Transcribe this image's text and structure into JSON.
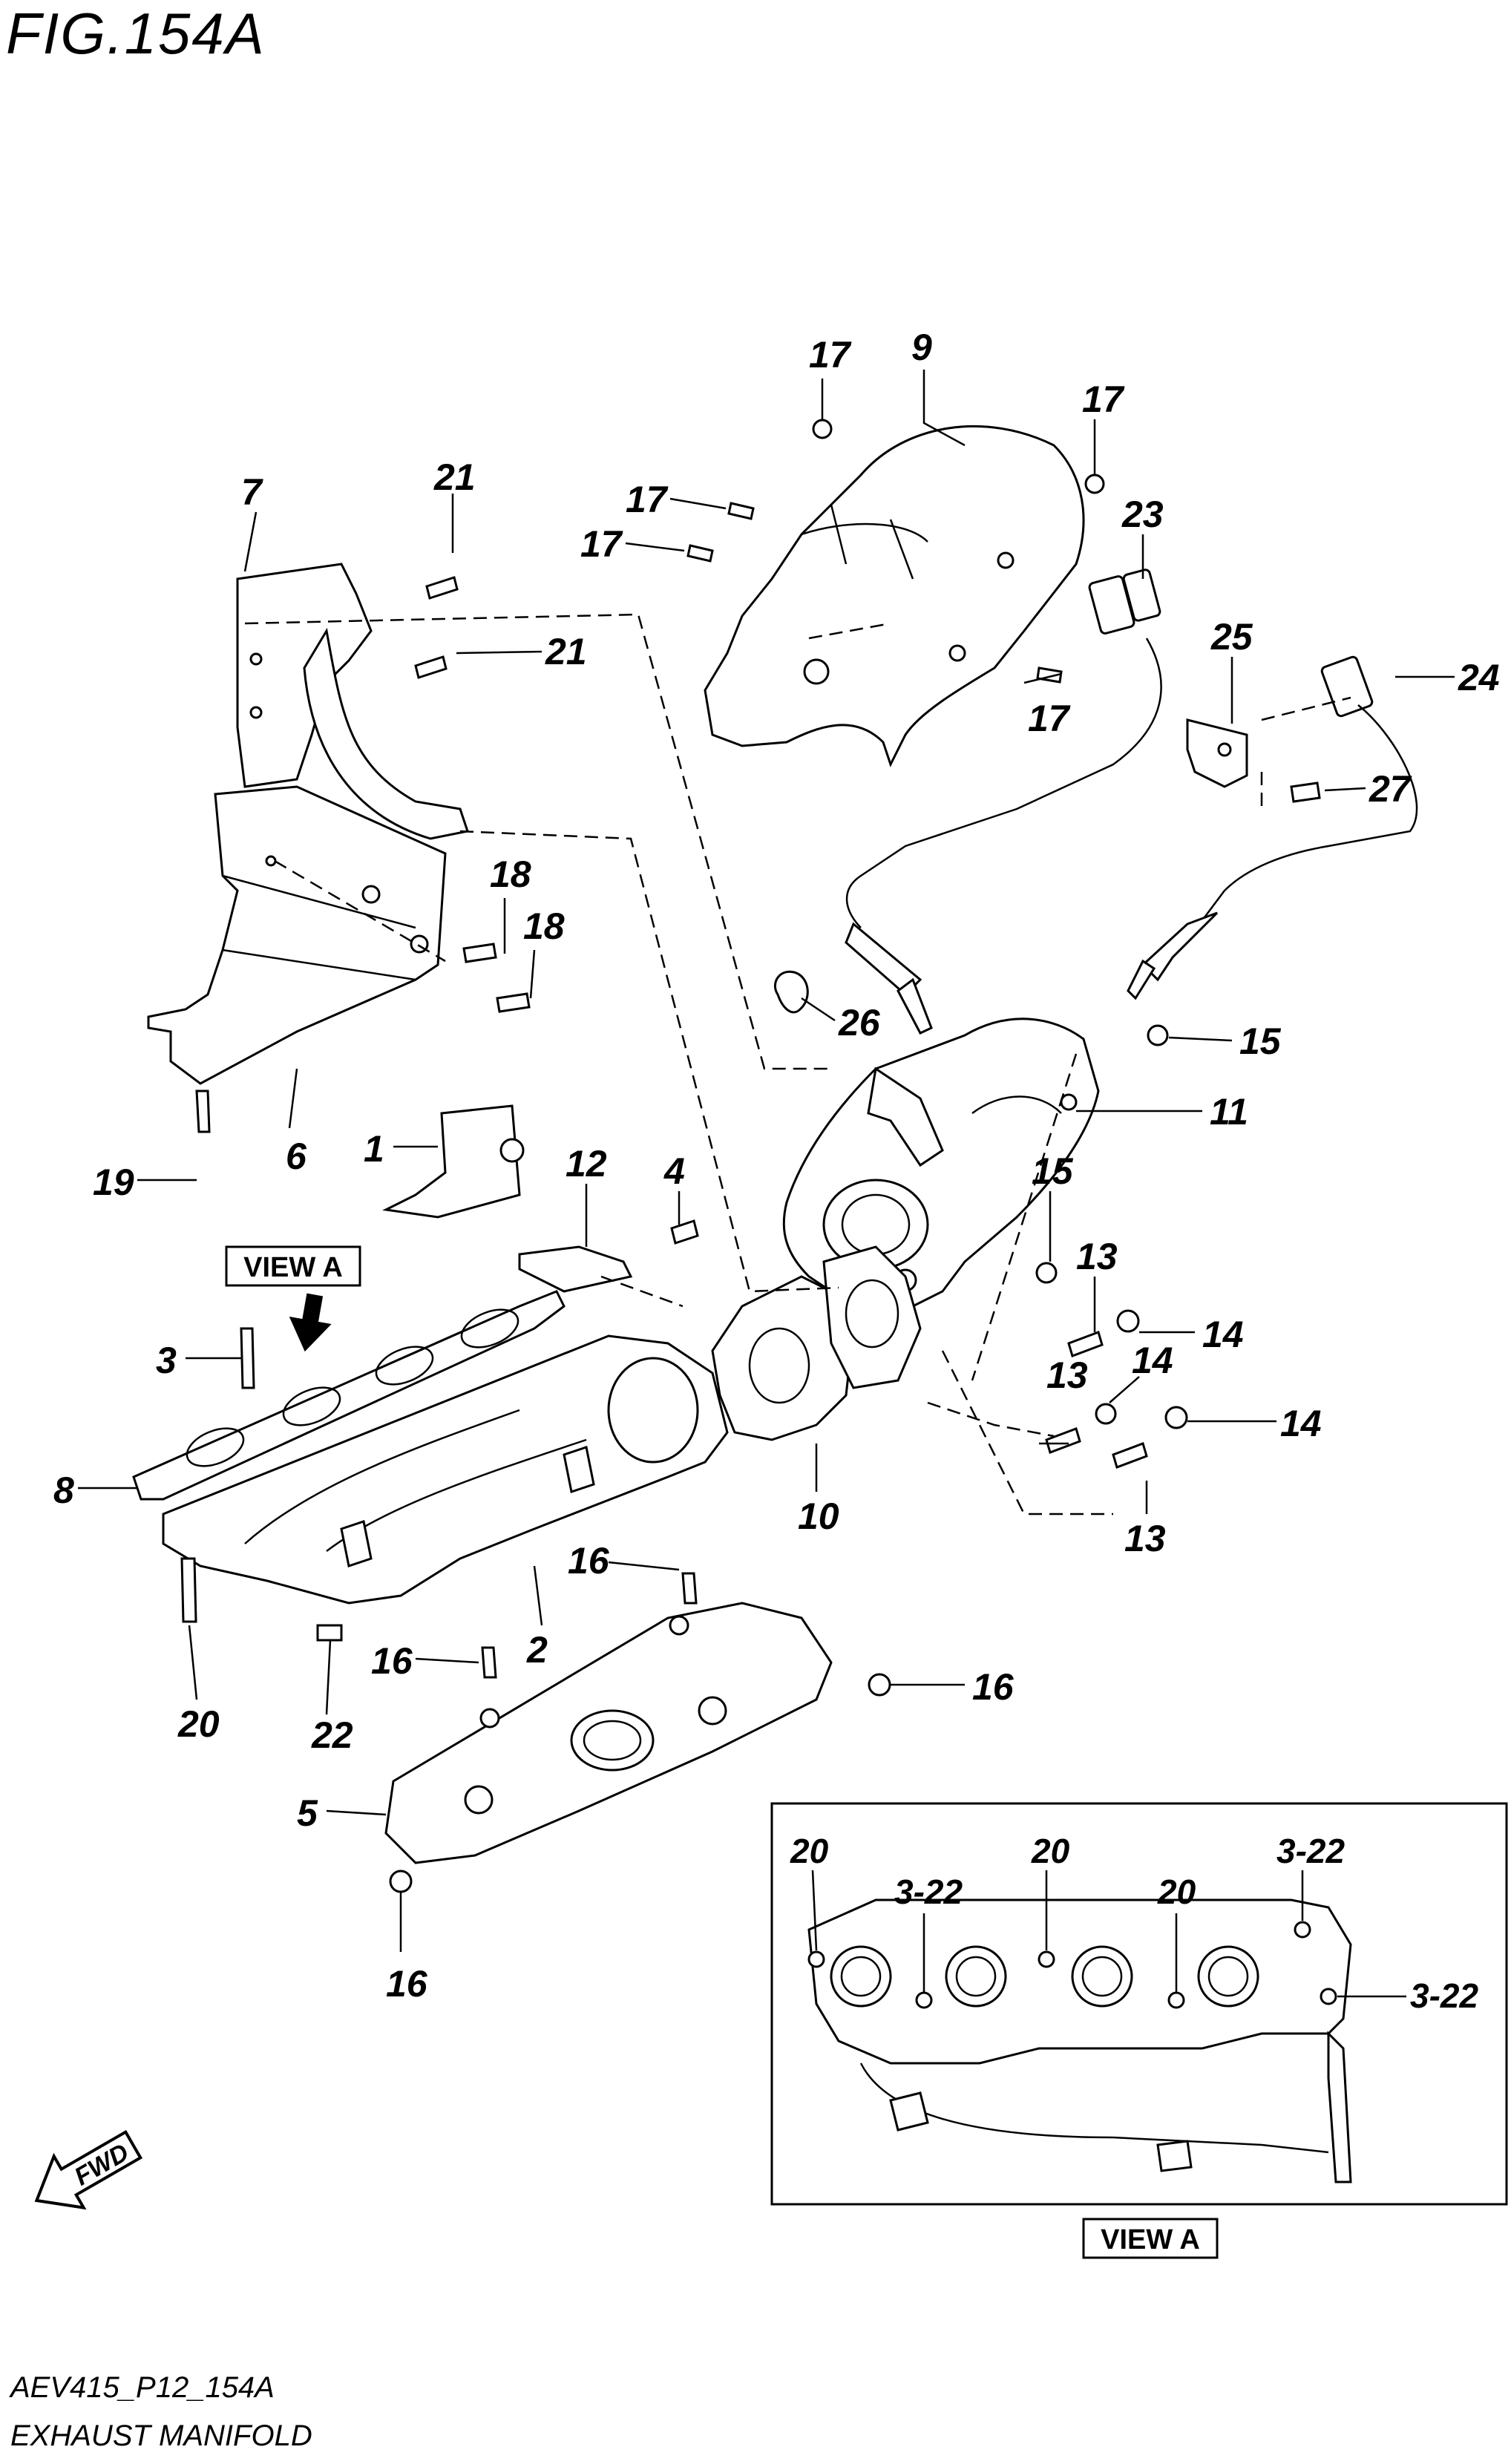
{
  "figure_title": "FIG.154A",
  "footer": {
    "code": "AEV415_P12_154A",
    "name": "EXHAUST MANIFOLD"
  },
  "view_a": {
    "main_label": "VIEW A",
    "inset_label": "VIEW A",
    "inset_callouts": [
      "20",
      "20",
      "3-22",
      "20",
      "3-22",
      "3-22"
    ]
  },
  "fwd_label": "FWD",
  "callouts": [
    {
      "id": "c7",
      "text": "7"
    },
    {
      "id": "c21a",
      "text": "21"
    },
    {
      "id": "c21b",
      "text": "21"
    },
    {
      "id": "c17a",
      "text": "17"
    },
    {
      "id": "c9",
      "text": "9"
    },
    {
      "id": "c17b",
      "text": "17"
    },
    {
      "id": "c17c",
      "text": "17"
    },
    {
      "id": "c17d",
      "text": "17"
    },
    {
      "id": "c23",
      "text": "23"
    },
    {
      "id": "c17e",
      "text": "17"
    },
    {
      "id": "c25",
      "text": "25"
    },
    {
      "id": "c24",
      "text": "24"
    },
    {
      "id": "c27",
      "text": "27"
    },
    {
      "id": "c18a",
      "text": "18"
    },
    {
      "id": "c18b",
      "text": "18"
    },
    {
      "id": "c26",
      "text": "26"
    },
    {
      "id": "c15a",
      "text": "15"
    },
    {
      "id": "c11",
      "text": "11"
    },
    {
      "id": "c19",
      "text": "19"
    },
    {
      "id": "c6",
      "text": "6"
    },
    {
      "id": "c1",
      "text": "1"
    },
    {
      "id": "c12",
      "text": "12"
    },
    {
      "id": "c4",
      "text": "4"
    },
    {
      "id": "c15b",
      "text": "15"
    },
    {
      "id": "c13a",
      "text": "13"
    },
    {
      "id": "c14a",
      "text": "14"
    },
    {
      "id": "c3",
      "text": "3"
    },
    {
      "id": "c13b",
      "text": "13"
    },
    {
      "id": "c14b",
      "text": "14"
    },
    {
      "id": "c14c",
      "text": "14"
    },
    {
      "id": "c8",
      "text": "8"
    },
    {
      "id": "c10",
      "text": "10"
    },
    {
      "id": "c13c",
      "text": "13"
    },
    {
      "id": "c16a",
      "text": "16"
    },
    {
      "id": "c2",
      "text": "2"
    },
    {
      "id": "c20",
      "text": "20"
    },
    {
      "id": "c22",
      "text": "22"
    },
    {
      "id": "c16b",
      "text": "16"
    },
    {
      "id": "c16c",
      "text": "16"
    },
    {
      "id": "c5",
      "text": "5"
    },
    {
      "id": "c16d",
      "text": "16"
    }
  ]
}
